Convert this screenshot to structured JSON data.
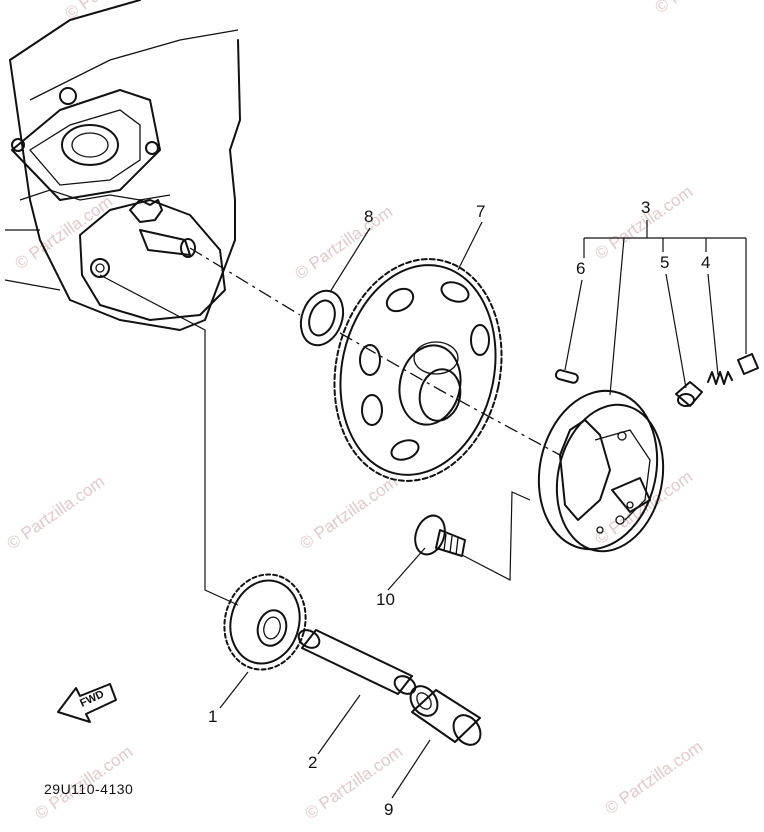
{
  "diagram": {
    "labels": {
      "p1": "1",
      "p2": "2",
      "p3": "3",
      "p4": "4",
      "p5": "5",
      "p6": "6",
      "p7": "7",
      "p8": "8",
      "p9": "9",
      "p10": "10"
    },
    "forward_arrow": "FWD",
    "figure_code": "29U110-4130",
    "watermark": "© Partzilla.com",
    "colors": {
      "ink": "#111111",
      "watermark": "#e3c9c9",
      "background": "#ffffff"
    }
  }
}
